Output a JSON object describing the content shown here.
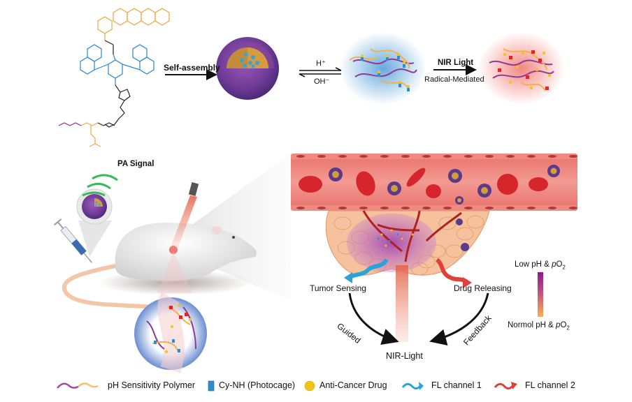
{
  "top_scheme": {
    "step1_label": "Self-assembly",
    "equilibrium_forward": "H⁺",
    "equilibrium_reverse": "OH⁻",
    "step3_label_top": "NIR Light",
    "step3_label_bottom": "Radical-Mediated"
  },
  "mouse_panel": {
    "pa_signal": "PA Signal"
  },
  "tumor_panel": {
    "tumor_sensing": "Tumor Sensing",
    "drug_releasing": "Drug Releasing",
    "guided": "Guided",
    "feedback": "Feedback",
    "nir_light": "NIR-Light",
    "gradient_top": "Low pH & ",
    "gradient_top_italic": "p",
    "gradient_top_tail": "O",
    "gradient_top_sub": "2",
    "gradient_bottom": "Normol pH & ",
    "gradient_bottom_italic": "p",
    "gradient_bottom_tail": "O",
    "gradient_bottom_sub": "2",
    "gradient_colors": [
      "#8b1a8c",
      "#f7b24a"
    ]
  },
  "legend": {
    "items": [
      {
        "label": "pH Sensitivity Polymer",
        "icon": "wavy-polymer-icon"
      },
      {
        "label": "Cy-NH (Photocage)",
        "icon": "blue-block-icon"
      },
      {
        "label": "Anti-Cancer Drug",
        "icon": "yellow-sphere-icon"
      },
      {
        "label": "FL channel 1",
        "icon": "blue-wavy-arrow-icon"
      },
      {
        "label": "FL channel 2",
        "icon": "red-wavy-arrow-icon"
      }
    ]
  },
  "colors": {
    "polymer_purple": "#8e3a99",
    "polymer_orange": "#f3b04b",
    "cy_blue": "#2e8fd0",
    "drug_yellow": "#f2c418",
    "fl1_blue": "#2aa3db",
    "fl2_red": "#e0403a",
    "vessel_red": "#e8645e",
    "tumor_purple": "#b24fb5",
    "tissue_peach": "#f5b98f"
  }
}
